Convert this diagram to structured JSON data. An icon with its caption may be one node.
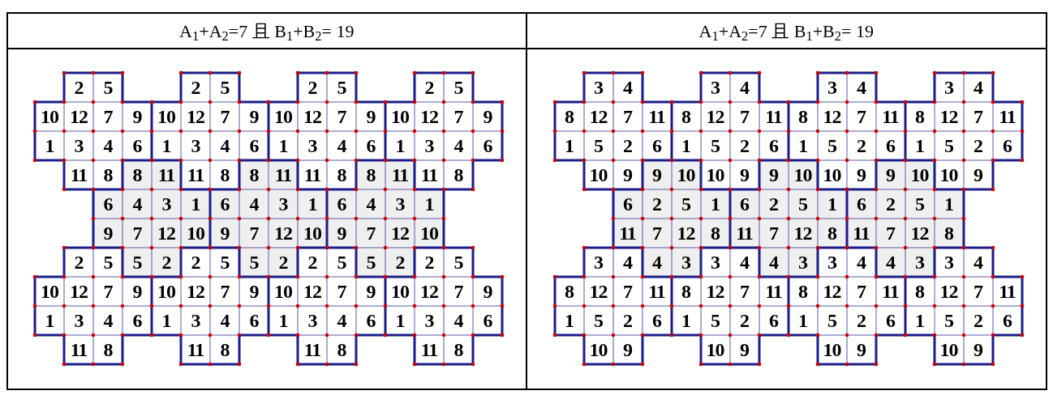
{
  "diagram": {
    "labels": [
      "A$_{1}$+A$_{2}$=7 且 B$_{1}$+B$_{2}$= 19",
      "A$_{1}$+A$_{2}$=7 且 B$_{1}$+B$_{2}$= 19",
      "2",
      "5",
      "2",
      "5",
      "2",
      "5",
      "2",
      "5",
      "10",
      "12",
      "7",
      "9",
      "10",
      "12",
      "7",
      "9",
      "10",
      "12",
      "7",
      "9",
      "10",
      "12",
      "7",
      "9",
      "1",
      "3",
      "4",
      "6",
      "1",
      "3",
      "4",
      "6",
      "1",
      "3",
      "4",
      "6",
      "1",
      "3",
      "4",
      "6",
      "11",
      "8",
      "8",
      "11",
      "11",
      "8",
      "8",
      "11",
      "11",
      "8",
      "8",
      "11",
      "11",
      "8",
      "6",
      "4",
      "3",
      "1",
      "6",
      "4",
      "3",
      "1",
      "6",
      "4",
      "3",
      "1",
      "9",
      "7",
      "12",
      "10",
      "9",
      "7",
      "12",
      "10",
      "9",
      "7",
      "12",
      "10",
      "2",
      "5",
      "5",
      "2",
      "2",
      "5",
      "5",
      "2",
      "2",
      "5",
      "5",
      "2",
      "2",
      "5",
      "10",
      "12",
      "7",
      "9",
      "10",
      "12",
      "7",
      "9",
      "10",
      "12",
      "7",
      "9",
      "10",
      "12",
      "7",
      "9",
      "1",
      "3",
      "4",
      "6",
      "1",
      "3",
      "4",
      "6",
      "1",
      "3",
      "4",
      "6",
      "1",
      "3",
      "4",
      "6",
      "11",
      "8",
      "11",
      "8",
      "11",
      "8",
      "11",
      "8",
      "3",
      "4",
      "3",
      "4",
      "3",
      "4",
      "3",
      "4",
      "8",
      "12",
      "7",
      "11",
      "8",
      "12",
      "7",
      "11",
      "8",
      "12",
      "7",
      "11",
      "8",
      "12",
      "7",
      "11",
      "1",
      "5",
      "2",
      "6",
      "1",
      "5",
      "2",
      "6",
      "1",
      "5",
      "2",
      "6",
      "1",
      "5",
      "2",
      "6",
      "10",
      "9",
      "9",
      "10",
      "10",
      "9",
      "9",
      "10",
      "10",
      "9",
      "9",
      "10",
      "10",
      "9",
      "6",
      "2",
      "5",
      "1",
      "6",
      "2",
      "5",
      "1",
      "6",
      "2",
      "5",
      "1",
      "11",
      "7",
      "12",
      "8",
      "11",
      "7",
      "12",
      "8",
      "11",
      "7",
      "12",
      "8",
      "3",
      "4",
      "4",
      "3",
      "3",
      "4",
      "4",
      "3",
      "3",
      "4",
      "4",
      "3",
      "3",
      "4",
      "8",
      "12",
      "7",
      "11",
      "8",
      "12",
      "7",
      "11",
      "8",
      "12",
      "7",
      "11",
      "8",
      "12",
      "7",
      "11",
      "1",
      "5",
      "2",
      "6",
      "1",
      "5",
      "2",
      "6",
      "1",
      "5",
      "2",
      "6",
      "1",
      "5",
      "2",
      "6",
      "10",
      "9",
      "10",
      "9",
      "10",
      "9",
      "10",
      "9"
    ]
  }
}
